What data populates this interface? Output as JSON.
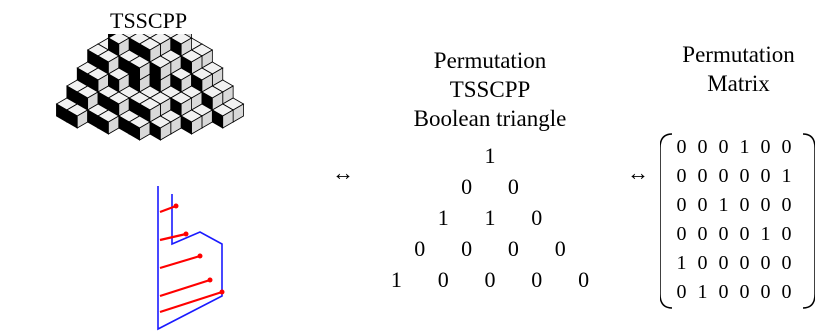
{
  "figure": {
    "left_title": "TSSCPP",
    "arrow_symbol": "↔",
    "middle_heading": [
      "Permutation",
      "TSSCPP",
      "Boolean triangle"
    ],
    "boolean_triangle": [
      [
        "1"
      ],
      [
        "0",
        "0"
      ],
      [
        "1",
        "1",
        "0"
      ],
      [
        "0",
        "0",
        "0",
        "0"
      ],
      [
        "1",
        "0",
        "0",
        "0",
        "0"
      ]
    ],
    "right_heading": [
      "Permutation",
      "Matrix"
    ],
    "permutation_matrix": [
      [
        "0",
        "0",
        "0",
        "1",
        "0",
        "0"
      ],
      [
        "0",
        "0",
        "0",
        "0",
        "0",
        "1"
      ],
      [
        "0",
        "0",
        "1",
        "0",
        "0",
        "0"
      ],
      [
        "0",
        "0",
        "0",
        "0",
        "1",
        "0"
      ],
      [
        "1",
        "0",
        "0",
        "0",
        "0",
        "0"
      ],
      [
        "0",
        "1",
        "0",
        "0",
        "0",
        "0"
      ]
    ]
  },
  "colors": {
    "cube_top": "#f2f2f2",
    "cube_left": "#000000",
    "cube_right": "#d9d9d9",
    "path_blue": "#1a1aff",
    "path_red": "#ff0000"
  }
}
